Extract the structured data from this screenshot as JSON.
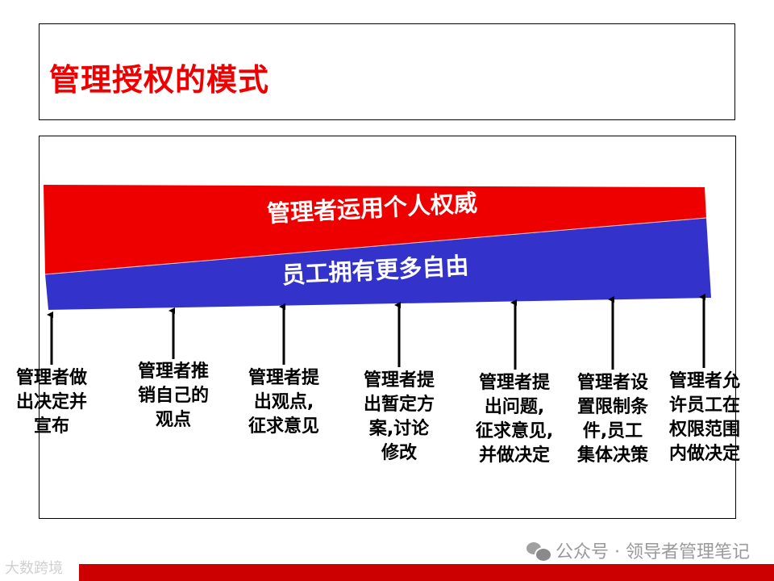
{
  "title": "管理授权的模式",
  "bands": {
    "manager_authority": {
      "label": "管理者运用个人权威",
      "color": "#ee0000"
    },
    "employee_freedom": {
      "label": "员工拥有更多自由",
      "color": "#3333cc"
    }
  },
  "modes": [
    {
      "label": "管理者做\n出决定并\n宣布"
    },
    {
      "label": "管理者推\n销自己的\n观点"
    },
    {
      "label": "管理者提\n出观点,\n征求意见"
    },
    {
      "label": "管理者提\n出暂定方\n案,讨论\n修改"
    },
    {
      "label": "管理者提\n出问题,\n征求意见,\n并做决定"
    },
    {
      "label": "管理者设\n置限制条\n件,员工\n集体决策"
    },
    {
      "label": "管理者允\n许员工在\n权限范围\n内做决定"
    }
  ],
  "watermark": {
    "text": "公众号 · 领导者管理笔记",
    "icon": "wechat-icon"
  },
  "corner_logo": {
    "text": "大数跨境"
  },
  "colors": {
    "accent_red": "#ee0000",
    "band_blue": "#3333cc",
    "footer_red": "#cc0000"
  }
}
